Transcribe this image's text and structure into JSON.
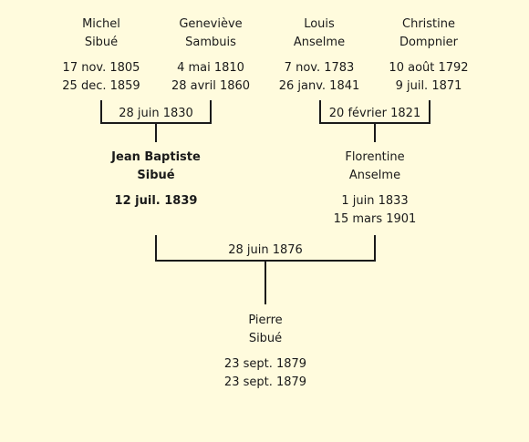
{
  "grandparents": [
    {
      "first": "Michel",
      "last": "Sibué",
      "birth": "17 nov. 1805",
      "death": "25 dec. 1859"
    },
    {
      "first": "Geneviève",
      "last": "Sambuis",
      "birth": "4 mai 1810",
      "death": "28 avril 1860"
    },
    {
      "first": "Louis",
      "last": "Anselme",
      "birth": "7 nov. 1783",
      "death": "26 janv. 1841"
    },
    {
      "first": "Christine",
      "last": "Dompnier",
      "birth": "10 août 1792",
      "death": "9 juil. 1871"
    }
  ],
  "marriages": {
    "paternal": "28 juin 1830",
    "maternal": "20 février 1821",
    "parents": "28 juin 1876"
  },
  "parents": [
    {
      "first": "Jean Baptiste",
      "last": "Sibué",
      "birth": "12 juil. 1839",
      "death": ""
    },
    {
      "first": "Florentine",
      "last": "Anselme",
      "birth": "1 juin 1833",
      "death": "15 mars 1901"
    }
  ],
  "child": {
    "first": "Pierre",
    "last": "Sibué",
    "birth": "23 sept. 1879",
    "death": "23 sept. 1879"
  }
}
